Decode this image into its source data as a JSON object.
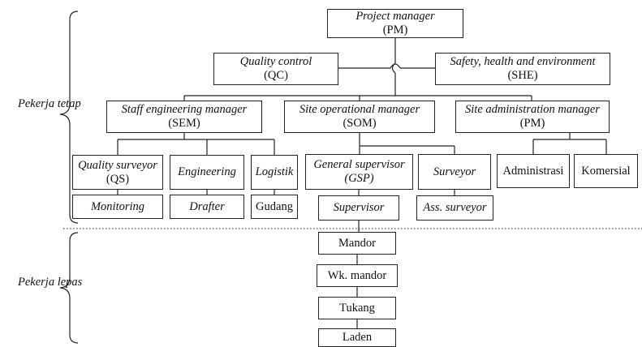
{
  "groups": {
    "permanent": [
      "Pekerja",
      "tetap"
    ],
    "casual": [
      "Pekerja",
      "lepas"
    ]
  },
  "nodes": {
    "pm": {
      "title": "Project manager",
      "abbr": "(PM)"
    },
    "qc": {
      "title": "Quality control",
      "abbr": "(QC)"
    },
    "she": {
      "title": "Safety, health and environment",
      "abbr": "(SHE)"
    },
    "sem": {
      "title": "Staff engineering manager",
      "abbr": "(SEM)"
    },
    "som": {
      "title": "Site operational manager",
      "abbr": "(SOM)"
    },
    "sam": {
      "title": "Site administration manager",
      "abbr": "(PM)"
    },
    "qs": {
      "title": "Quality surveyor",
      "abbr": "(QS)"
    },
    "engineering": {
      "title": "Engineering"
    },
    "logistik": {
      "title": "Logistik"
    },
    "gsp": {
      "title": "General supervisor",
      "abbr": "(GSP)"
    },
    "surveyor": {
      "title": "Surveyor"
    },
    "administrasi": {
      "title": "Administrasi"
    },
    "komersial": {
      "title": "Komersial"
    },
    "monitoring": {
      "title": "Monitoring"
    },
    "drafter": {
      "title": "Drafter"
    },
    "gudang": {
      "title": "Gudang"
    },
    "supervisor": {
      "title": "Supervisor"
    },
    "ass_surveyor": {
      "title": "Ass. surveyor"
    },
    "mandor": {
      "title": "Mandor"
    },
    "wk_mandor": {
      "title": "Wk. mandor"
    },
    "tukang": {
      "title": "Tukang"
    },
    "laden": {
      "title": "Laden"
    }
  }
}
